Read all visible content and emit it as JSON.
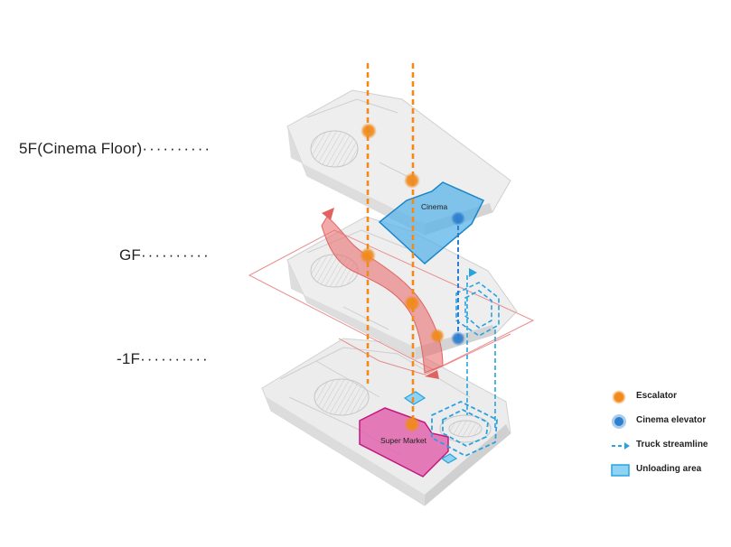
{
  "floors": [
    {
      "label": "5F(Cinema Floor)",
      "leader": "··········"
    },
    {
      "label": "GF",
      "leader": "··········"
    },
    {
      "label": "-1F",
      "leader": "··········"
    }
  ],
  "areas": {
    "cinema": "Cinema",
    "super_market": "Super Market"
  },
  "legend": [
    {
      "icon": "escalator-icon",
      "label": "Escalator",
      "color": "#f08a1c"
    },
    {
      "icon": "cinema-elevator-icon",
      "label": "Cinema elevator",
      "color": "#2f7fd0"
    },
    {
      "icon": "truck-streamline-icon",
      "label": "Truck streamline",
      "color": "#29a3e0"
    },
    {
      "icon": "unloading-area-icon",
      "label": "Unloading area",
      "color": "#29a3e0"
    }
  ],
  "colors": {
    "escalator": "#f08a1c",
    "elevator": "#2f7fd0",
    "cinema_fill": "#5ab4ea",
    "supermarket_fill": "#e05aa8",
    "red_path": "#e87070",
    "truck": "#29a3e0"
  }
}
